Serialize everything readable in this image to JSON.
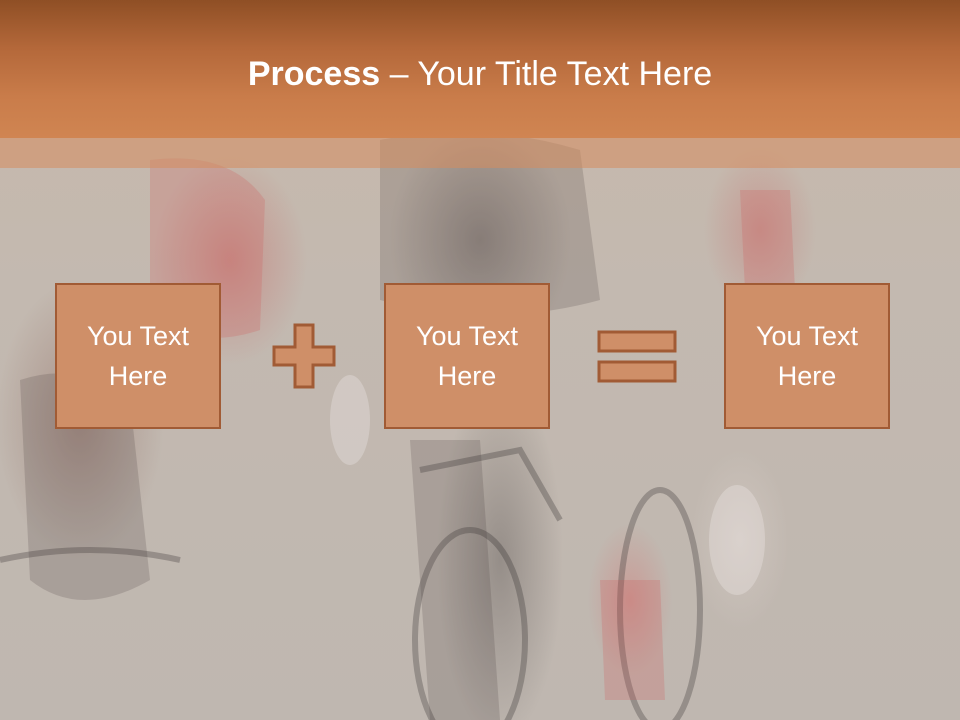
{
  "slide": {
    "title_bold": "Process",
    "title_rest": " – Your Title Text Here"
  },
  "boxes": [
    {
      "text": "You Text Here"
    },
    {
      "text": "You Text Here"
    },
    {
      "text": "You Text Here"
    }
  ],
  "operators": [
    {
      "icon": "plus-icon"
    },
    {
      "icon": "equals-icon"
    }
  ],
  "colors": {
    "header_top": "#8f4f25",
    "header_bottom": "#d08552",
    "box_fill": "#cf8f68",
    "box_border": "#a15b35",
    "text": "#ffffff"
  }
}
